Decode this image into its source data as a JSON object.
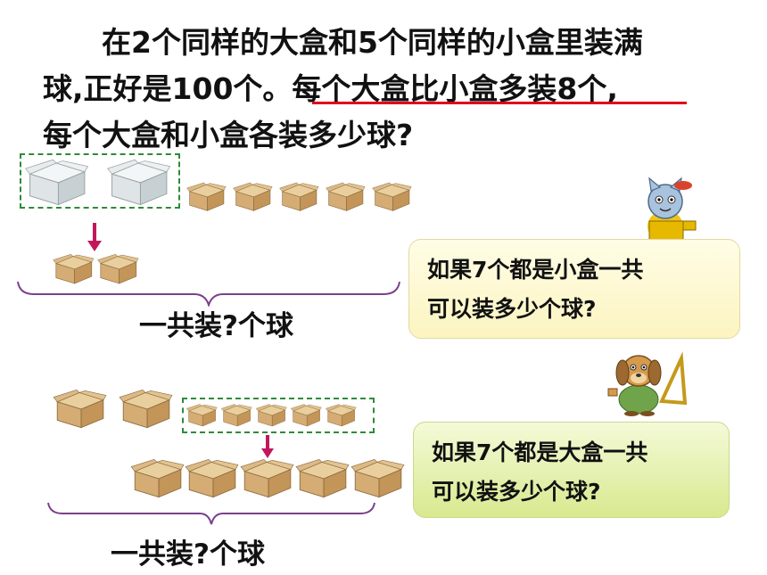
{
  "problem": {
    "line1": "在2个同样的大盒和5个同样的小盒里装满",
    "line2_plain": "球,正好是100个。",
    "line2_highlight": "每个大盒比小盒多装8个,",
    "line3": "每个大盒和小盒各装多少球?"
  },
  "upper": {
    "total_label": "一共装?个球"
  },
  "lower": {
    "total_label": "一共装?个球"
  },
  "bubble1": {
    "line1": "如果7个都是小盒一共",
    "line2": "可以装多少个球?"
  },
  "bubble2": {
    "line1": "如果7个都是大盒一共",
    "line2": "可以装多少个球?"
  },
  "colors": {
    "accent_red": "#e0001b",
    "dash_green": "#2e8b3a",
    "arrow_magenta": "#c2185b",
    "brace_purple": "#7b3f8c"
  }
}
